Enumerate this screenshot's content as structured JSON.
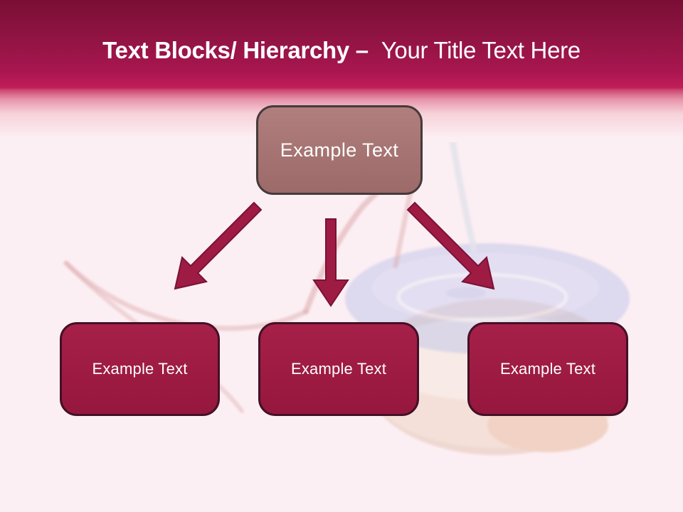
{
  "slide": {
    "header": {
      "title_bold": "Text Blocks/ Hierarchy –",
      "title_regular": "Your Title Text Here"
    },
    "hierarchy": {
      "top_box": {
        "label": "Example Text"
      },
      "bottom_boxes": [
        {
          "label": "Example Text"
        },
        {
          "label": "Example Text"
        },
        {
          "label": "Example Text"
        }
      ],
      "arrows": [
        {
          "icon": "arrow-down-left-icon"
        },
        {
          "icon": "arrow-down-icon"
        },
        {
          "icon": "arrow-down-right-icon"
        }
      ]
    },
    "colors": {
      "header_gradient_top": "#7A0E34",
      "header_gradient_bottom": "#C11D58",
      "background": "#FCEFF3",
      "top_box_fill": "#A57170",
      "top_box_border": "#463A3A",
      "bottom_box_fill": "#9E1C45",
      "bottom_box_border": "#451026",
      "arrow_fill": "#9E1B44",
      "arrow_border": "#7A1237",
      "title_text": "#FFFFFF",
      "box_text": "#FFFFFF"
    },
    "background_art": {
      "items": [
        "blue-disc",
        "tan-base",
        "pink-cords",
        "white-cord"
      ]
    }
  }
}
